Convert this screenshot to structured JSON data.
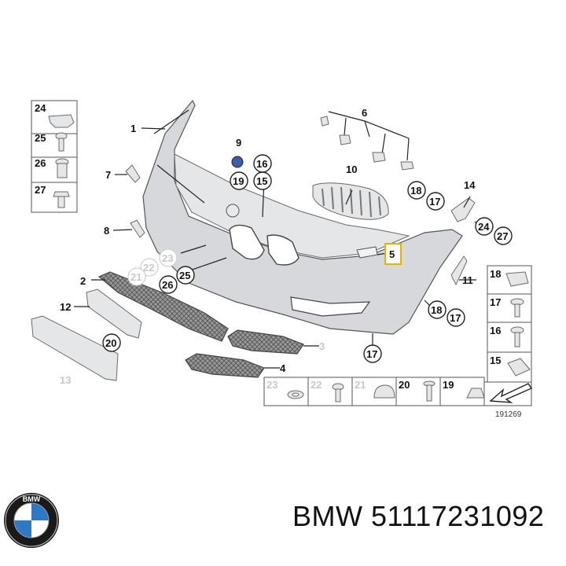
{
  "footer": {
    "brand": "BMW",
    "part_number": "51117231092",
    "logo_letters": "BMW"
  },
  "diagram_code": "191269",
  "legend_left": [
    {
      "n": "24"
    },
    {
      "n": "25"
    },
    {
      "n": "26"
    },
    {
      "n": "27"
    }
  ],
  "legend_right": [
    {
      "n": "18"
    },
    {
      "n": "17"
    },
    {
      "n": "16"
    },
    {
      "n": "15"
    }
  ],
  "legend_bottom": [
    {
      "n": "23"
    },
    {
      "n": "22"
    },
    {
      "n": "21"
    },
    {
      "n": "20"
    },
    {
      "n": "19"
    }
  ],
  "callouts": {
    "c1": "1",
    "c2": "2",
    "c3": "3",
    "c4": "4",
    "c5": "5",
    "c6": "6",
    "c7": "7",
    "c8": "8",
    "c9": "9",
    "c10": "10",
    "c11": "11",
    "c12": "12",
    "c13": "13",
    "c14": "14",
    "c15": "15",
    "c16": "16",
    "c17a": "17",
    "c17b": "17",
    "c17c": "17",
    "c18a": "18",
    "c18b": "18",
    "c19": "19",
    "c20": "20",
    "c21": "21",
    "c22": "22",
    "c23": "23",
    "c24": "24",
    "c25": "25",
    "c26": "26",
    "c27": "27"
  }
}
